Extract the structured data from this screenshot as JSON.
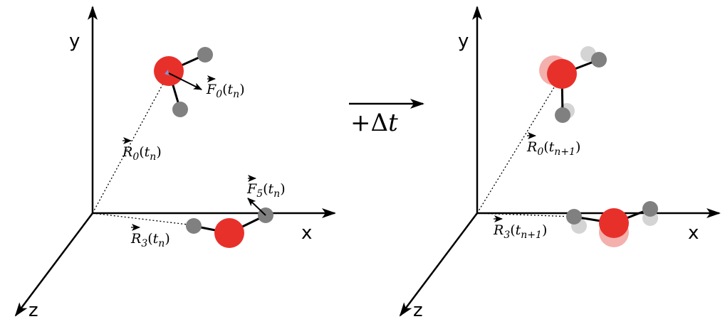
{
  "axes": {
    "x": "x",
    "y": "y",
    "z": "z"
  },
  "arrow_label": {
    "prefix": "+",
    "delta": "Δ",
    "var": "t"
  },
  "left_panel": {
    "R0": {
      "sym": "R",
      "idx": "0",
      "arg": "(",
      "t": "t",
      "tsub": "n",
      "close": ")"
    },
    "F0": {
      "sym": "F",
      "idx": "0",
      "arg": "(",
      "t": "t",
      "tsub": "n",
      "close": ")"
    },
    "F5": {
      "sym": "F",
      "idx": "5",
      "arg": "(",
      "t": "t",
      "tsub": "n",
      "close": ")"
    },
    "R3": {
      "sym": "R",
      "idx": "3",
      "arg": "(",
      "t": "t",
      "tsub": "n",
      "close": ")"
    }
  },
  "right_panel": {
    "R0": {
      "sym": "R",
      "idx": "0",
      "arg": "(",
      "t": "t",
      "tsub": "n+1",
      "close": ")"
    },
    "R3": {
      "sym": "R",
      "idx": "3",
      "arg": "(",
      "t": "t",
      "tsub": "n+1",
      "close": ")"
    }
  },
  "colors": {
    "oxygen": "#e8302a",
    "oxygen_ghost": "#f4b0ac",
    "hydrogen": "#808080",
    "hydrogen_ghost": "#d4d4d4",
    "force_tip": "#8a8fd0"
  }
}
